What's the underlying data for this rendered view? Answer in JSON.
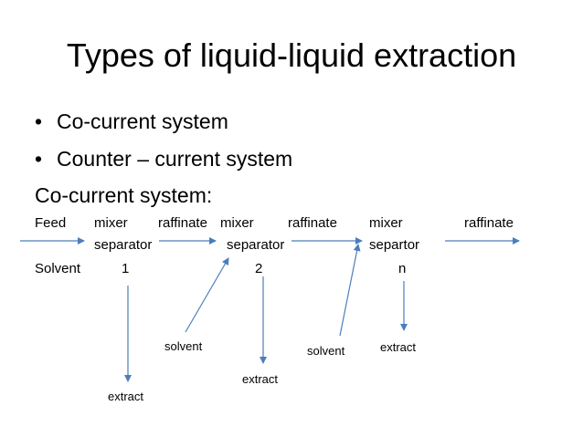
{
  "title": "Types of liquid-liquid extraction",
  "bullets": [
    "Co-current system",
    "Counter – current system"
  ],
  "bullet_glyph": "•",
  "subheading": "Co-current system:",
  "diagram": {
    "feed": "Feed",
    "solvent_row": "Solvent",
    "stage1": {
      "top": "mixer",
      "bottom": "separator",
      "num": "1"
    },
    "stage2": {
      "top": "mixer",
      "bottom": "separator",
      "num": "2"
    },
    "stageN": {
      "top": "mixer",
      "bottom": "separtor",
      "num": "n"
    },
    "raffinate_1": "raffinate",
    "raffinate_2": "raffinate",
    "raffinate_3": "raffinate",
    "solvent_in_2": "solvent",
    "solvent_in_n": "solvent",
    "extract_1": "extract",
    "extract_2": "extract",
    "extract_n": "extract"
  },
  "colors": {
    "arrow": "#4a7ebb",
    "text": "#000000",
    "background": "#ffffff"
  }
}
